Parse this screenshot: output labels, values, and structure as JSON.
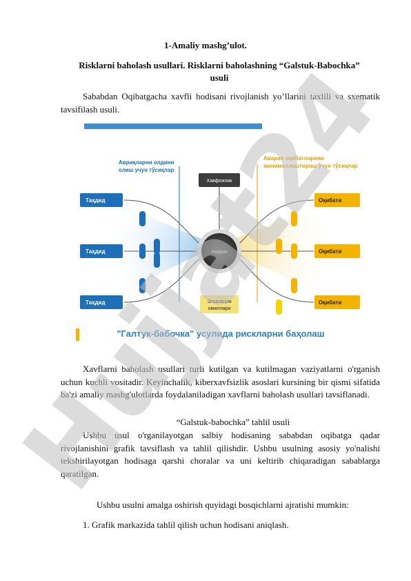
{
  "heading": {
    "title": "1-Amaliy mashg’ulot.",
    "subtitle": "Risklarni baholash usullari. Risklarni baholashning “Galstuk-Babochka” usuli"
  },
  "intro": "Sababdan Oqibatgacha xavfli hodisani rivojlanish yo’llarini taxlili va sxematik tavsifilash usuli.",
  "figure": {
    "left_header": "Авриқларни олдини олиш учун тўсиқлар",
    "right_header": "Авария оқибатларини минималлаштириш учун тўсиқлар",
    "hazard_label": "Хавфлилик",
    "center_label": "Авария",
    "threats": [
      "Таҳдид",
      "Таҳдид",
      "Таҳдид"
    ],
    "consequences": [
      "Оқибати",
      "Оқибати",
      "Оқибати"
    ],
    "escalation_label": "Эскалация омиллари",
    "caption": "\"Галтук-бабочка\" усулида рискларни баҳолаш",
    "colors": {
      "blue": "#1f6fb8",
      "orange": "#f2b400",
      "dark": "#3a3a3a",
      "caption": "#2a7fc5"
    }
  },
  "para2": "Xavflarni baholash usullari turli kutilgan va kutilmagan vaziyatlarni o'rganish uchun kuchli vositadir. Keyinchalik, kiberxavfsizlik asoslari kursining bir qismi sifatida ba'zi amaliy mashg'ulotlarda foydalaniladigan xavflarni baholash usullari tavsiflanadi.",
  "section_title": "“Galstuk-babochka” tahlil usuli",
  "para3": "Ushbu usul o'rganilayotgan salbiy hodisaning sababdan oqibatga qadar rivojlanishini grafik tavsiflash va tahlil qilishdir. Ushbu usulning asosiy yo'nalishi tekshirilayotgan hodisaga qarshi choralar va uni keltirib chiqaradigan sabablarga qaratilgan.",
  "para4": "Ushbu usulni amalga oshirish quyidagi bosqichlarni ajratishi mumkin:",
  "step1": "1. Grafik markazida tahlil qilish uchun hodisani aniqlash.",
  "watermark": "Hujjat24"
}
